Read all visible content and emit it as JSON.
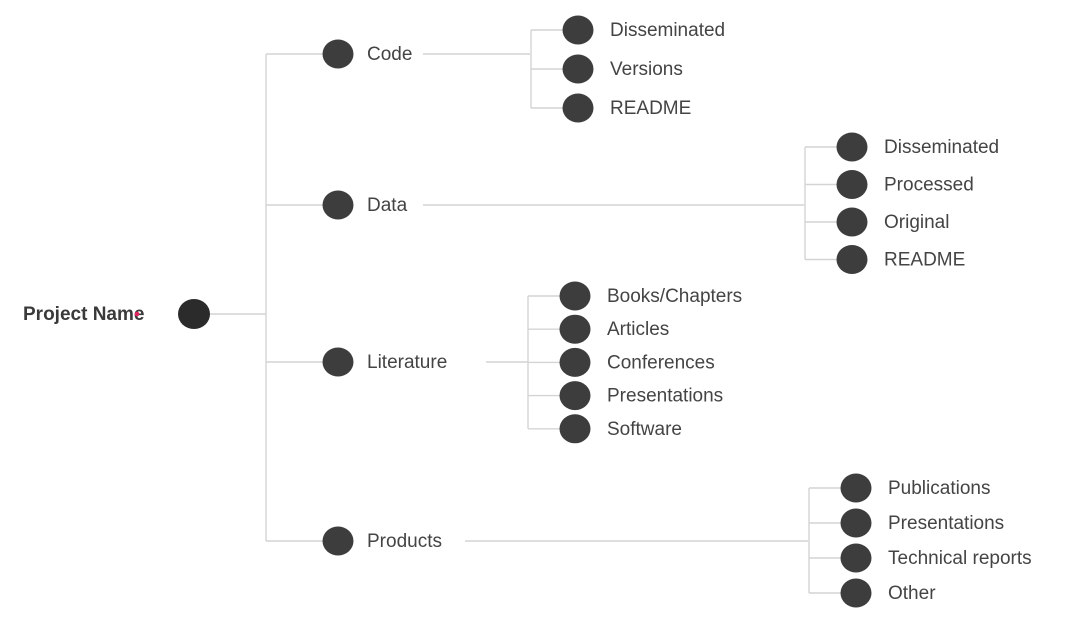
{
  "root": {
    "label": "Project Name"
  },
  "branches": [
    {
      "label": "Code",
      "children": [
        "Disseminated",
        "Versions",
        "README"
      ]
    },
    {
      "label": "Data",
      "children": [
        "Disseminated",
        "Processed",
        "Original",
        "README"
      ]
    },
    {
      "label": "Literature",
      "children": [
        "Books/Chapters",
        "Articles",
        "Conferences",
        "Presentations",
        "Software"
      ]
    },
    {
      "label": "Products",
      "children": [
        "Publications",
        "Presentations",
        "Technical reports",
        "Other"
      ]
    }
  ]
}
